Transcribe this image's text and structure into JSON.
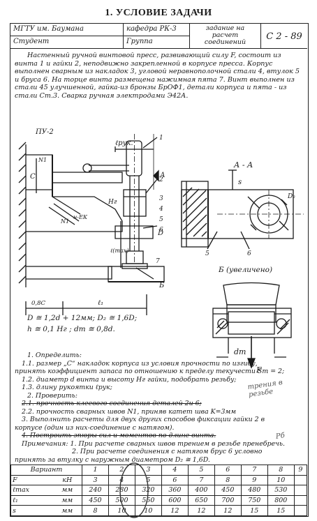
{
  "page_title": "1.  УСЛОВИЕ ЗАДАЧИ",
  "header": {
    "university": "МГТУ им. Баумана",
    "department": "кафедра РК-3",
    "assignment": "задание на расчет соединений",
    "code": "С 2 - 89",
    "student": "Студент",
    "group": "Группа"
  },
  "task_text": "Настенный ручной винтовой пресс, развивающий силу F, состоит из винта 1 и гайки 2, неподвижно закрепленной в корпусе пресса. Корпус выполнен сварным из накладок 3, угловой неравнополочной стали 4, втулок 5 и бруса 6. На торце винта размещена нажимная пята 7. Винт выполнен из стали 45 улучшенной, гайка-из бронзы БрОФ1, детали корпуса и пята - из стали Ст.3. Сварка ручная электродами Э42А.",
  "drawing": {
    "labels": {
      "pu": "ПУ-2",
      "l_ruk": "ℓрук.",
      "a_arrow": "А",
      "section_aa": "А - А",
      "detail_b": "Б  (увеличено)",
      "c": "C",
      "s": "s",
      "d2": "D₂",
      "d": "D",
      "f": "F",
      "dt": "dт",
      "hr": "Hг",
      "n1a": "N1",
      "n1b": "N1",
      "l_max": "ℓ(max)",
      "l_bot": "ℓ₁",
      "l_small": "0,8С",
      "h_lc": "н-ЕК",
      "b": "Б",
      "nums": [
        "1",
        "2",
        "3",
        "4",
        "5",
        "6",
        "7",
        "5",
        "6"
      ]
    }
  },
  "formulas": {
    "f1": "D ≅ 1,2d + 12мм;   D₂ ≅ 1,6D;",
    "f2": "h ≅ 0,1 Hг ;         dт ≅ 0,8d."
  },
  "tasks": {
    "t0": "1. Определить:",
    "t1": "1.1. размер „С“ накладок корпуса из условия прочности по изгибу,",
    "t1b": "принять коэффициент запаса по отношению к пределу текучести Sт = 2;",
    "t2": "1.2. диаметр d винта и высоту Hг гайки, подобрать резьбу;",
    "t3": "1.3. длину рукоятки ℓрук;",
    "t4": "2. Проверить:",
    "t5": "2.1. прочность клеевого соединения деталей 2и 6;",
    "t6": "2.2. прочность сварных швов N1, приняв катет шва K=3мм",
    "t7": "3. Выполнить расчеты для двух других способов фиксации гайки 2 в",
    "t7b": "корпусе (один из них-соединение с натягом).",
    "t8": "4. Построить эпюры сил и моментов по длине винта.",
    "t9": "Примечания: 1. При расчете сварных швов трением в резьбе пренебречь.",
    "t10": "2. При расчете соединения с натягом брус 6 условно",
    "t10b": "принять за втулку с наружным диаметром D₂ ≅ 1,6D.",
    "hand1": "трения в резьбе",
    "hand2": "Рб"
  },
  "variants": {
    "header_label": "Вариант",
    "numbers": [
      "1",
      "2",
      "3",
      "4",
      "5",
      "6",
      "7",
      "8",
      "9"
    ],
    "rows": [
      {
        "label": "F",
        "unit": "кН",
        "values": [
          "3",
          "4",
          "5",
          "6",
          "7",
          "8",
          "9",
          "10",
          ""
        ]
      },
      {
        "label": "ℓmax",
        "unit": "мм",
        "values": [
          "240",
          "280",
          "320",
          "360",
          "400",
          "450",
          "480",
          "530",
          ""
        ]
      },
      {
        "label": "ℓ₁",
        "unit": "мм",
        "values": [
          "450",
          "500",
          "550",
          "600",
          "650",
          "700",
          "750",
          "800",
          ""
        ]
      },
      {
        "label": "s",
        "unit": "мм",
        "values": [
          "8",
          "10",
          "10",
          "12",
          "12",
          "12",
          "15",
          "15",
          ""
        ]
      }
    ]
  }
}
